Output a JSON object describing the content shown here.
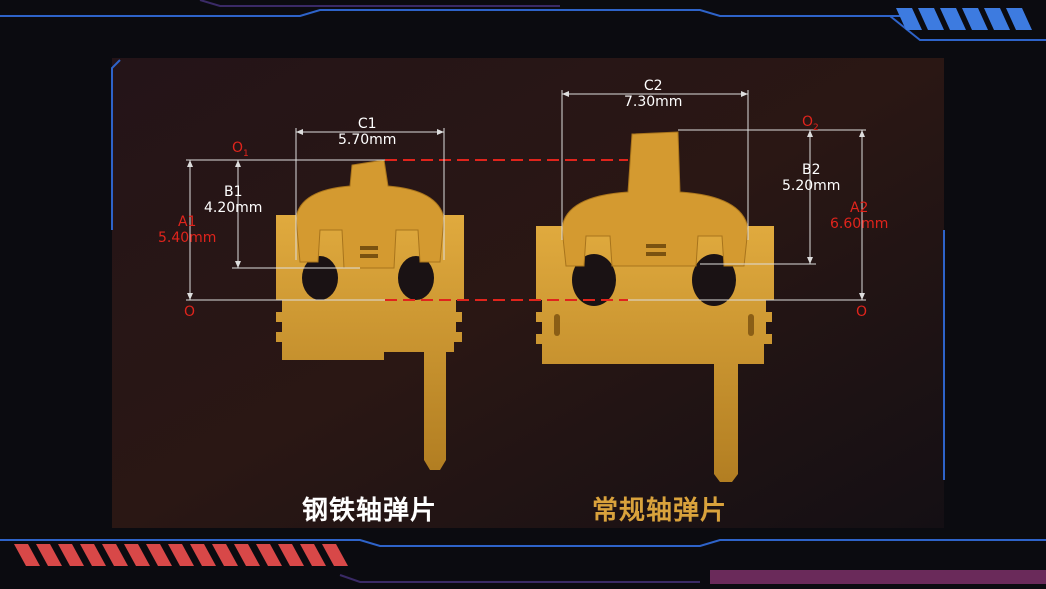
{
  "colors": {
    "background": "#120e12",
    "frame_blue": "#2e63c9",
    "accent_red": "#e0241c",
    "metal_gold": "#c9922c",
    "label_white": "#ffffff",
    "caption_gold": "#d9a23c",
    "stripe_blue": "#3d7be0",
    "stripe_red": "#d84848"
  },
  "left_part": {
    "caption": "钢铁轴弹片",
    "c_label": "C1",
    "c_value": "5.70mm",
    "b_label": "B1",
    "b_value": "4.20mm",
    "a_label": "A1",
    "a_value": "5.40mm",
    "top_point": "O",
    "top_point_sub": "1",
    "base_point": "O"
  },
  "right_part": {
    "caption": "常规轴弹片",
    "c_label": "C2",
    "c_value": "7.30mm",
    "b_label": "B2",
    "b_value": "5.20mm",
    "a_label": "A2",
    "a_value": "6.60mm",
    "top_point": "O",
    "top_point_sub": "2",
    "base_point": "O"
  }
}
